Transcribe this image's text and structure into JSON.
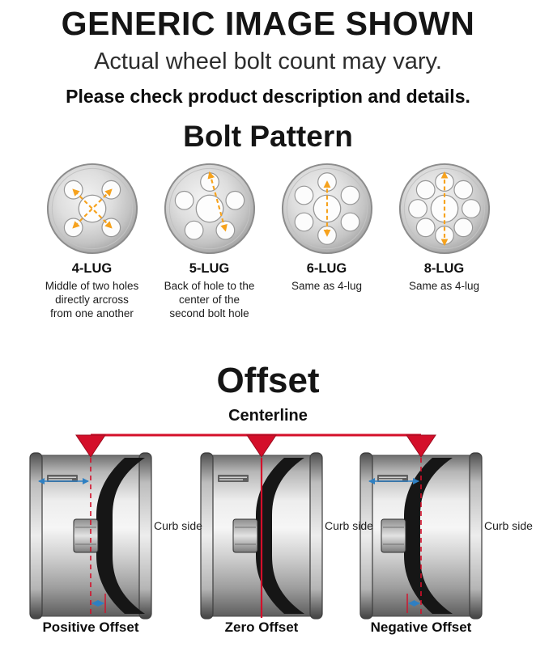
{
  "header": {
    "title": "GENERIC IMAGE SHOWN",
    "subtitle": "Actual wheel bolt count may vary.",
    "note": "Please check product description and details."
  },
  "bolt_pattern": {
    "title": "Bolt Pattern",
    "wheels": [
      {
        "label": "4-LUG",
        "lugs": 4,
        "description": "Middle of two holes directly arcross from one another"
      },
      {
        "label": "5-LUG",
        "lugs": 5,
        "description": "Back of hole to the center of the second bolt hole"
      },
      {
        "label": "6-LUG",
        "lugs": 6,
        "description": "Same as 4-lug"
      },
      {
        "label": "8-LUG",
        "lugs": 8,
        "description": "Same as 4-lug"
      }
    ]
  },
  "offset": {
    "title": "Offset",
    "centerline_label": "Centerline",
    "curb_side_label": "Curb side",
    "diagrams": [
      {
        "label": "Positive Offset",
        "type": "positive"
      },
      {
        "label": "Zero Offset",
        "type": "zero"
      },
      {
        "label": "Negative Offset",
        "type": "negative"
      }
    ]
  },
  "colors": {
    "accent_red": "#d40f2a",
    "measure_orange": "#f6a21d",
    "measure_blue": "#2e7fc2"
  }
}
